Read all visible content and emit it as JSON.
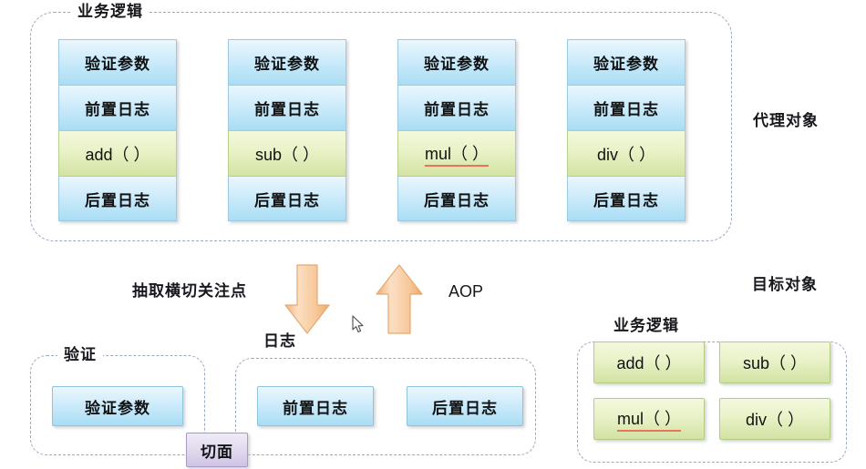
{
  "diagram": {
    "title_proxy": "代理对象",
    "title_target": "目标对象"
  },
  "proxy_group": {
    "label": "业务逻辑",
    "columns": [
      {
        "cells": [
          {
            "text": "验证参数",
            "kind": "blue"
          },
          {
            "text": "前置日志",
            "kind": "blue"
          },
          {
            "text": "add（ ）",
            "kind": "green"
          },
          {
            "text": "后置日志",
            "kind": "blue"
          }
        ]
      },
      {
        "cells": [
          {
            "text": "验证参数",
            "kind": "blue"
          },
          {
            "text": "前置日志",
            "kind": "blue"
          },
          {
            "text": "sub（ ）",
            "kind": "green"
          },
          {
            "text": "后置日志",
            "kind": "blue"
          }
        ]
      },
      {
        "cells": [
          {
            "text": "验证参数",
            "kind": "blue"
          },
          {
            "text": "前置日志",
            "kind": "blue"
          },
          {
            "text": "mul（ ）",
            "kind": "green"
          },
          {
            "text": "后置日志",
            "kind": "blue"
          }
        ]
      },
      {
        "cells": [
          {
            "text": "验证参数",
            "kind": "blue"
          },
          {
            "text": "前置日志",
            "kind": "blue"
          },
          {
            "text": "div（ ）",
            "kind": "green"
          },
          {
            "text": "后置日志",
            "kind": "blue"
          }
        ]
      }
    ]
  },
  "middle": {
    "extract_label": "抽取横切关注点",
    "aop_label": "AOP",
    "down_arrow": "down-arrow",
    "up_arrow": "up-arrow",
    "arrow_color": "#f7c694"
  },
  "validate_group": {
    "label": "验证",
    "items": [
      {
        "text": "验证参数"
      }
    ]
  },
  "log_group": {
    "label": "日志",
    "items": [
      {
        "text": "前置日志"
      },
      {
        "text": "后置日志"
      }
    ]
  },
  "aspect_badge": {
    "label": "切面"
  },
  "target_group": {
    "label": "业务逻辑",
    "items": [
      {
        "text": "add（ ）"
      },
      {
        "text": "sub（ ）"
      },
      {
        "text": "mul（ ）"
      },
      {
        "text": "div（ ）"
      }
    ]
  },
  "colors": {
    "blue_box": "#a9ddf4",
    "green_box": "#d2e2a2",
    "purple_box": "#cfc3e4",
    "dash_border": "#9aa7c4",
    "arrow": "#f7c694",
    "text": "#16181d"
  }
}
